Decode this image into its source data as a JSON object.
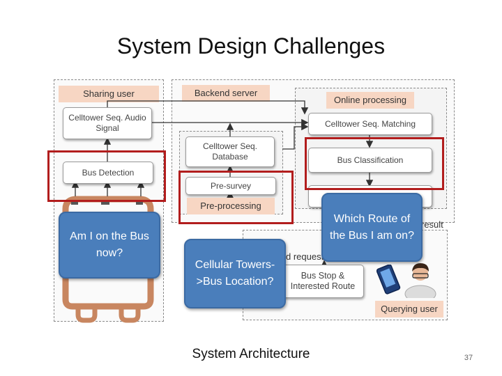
{
  "slide": {
    "title": "System Design Challenges",
    "caption": "System Architecture",
    "page_number": "37"
  },
  "diagram": {
    "sharing_user": {
      "header": "Sharing user",
      "celltower_audio": "Celltower Seq. Audio Signal",
      "bus_detection": "Bus Detection"
    },
    "backend": {
      "header": "Backend server",
      "celltower_db": "Celltower Seq. Database",
      "pre_survey": "Pre-survey",
      "pre_processing": "Pre-processing"
    },
    "online": {
      "header": "Online processing",
      "matching": "Celltower Seq. Matching",
      "classification": "Bus Classification",
      "result_fragment": "result"
    },
    "querying": {
      "request_fragment": "d request",
      "bus_stop_route": "Bus Stop & Interested Route",
      "header": "Querying user"
    }
  },
  "callouts": {
    "on_bus": "Am I on the Bus now?",
    "towers_location": "Cellular Towers->Bus Location?",
    "which_route": "Which Route of the Bus I am on?"
  },
  "colors": {
    "highlight_red": "#b21d1d",
    "callout_blue": "#4a7ebb",
    "header_peach": "#f7d6c3",
    "bus_brown": "#c88660"
  }
}
